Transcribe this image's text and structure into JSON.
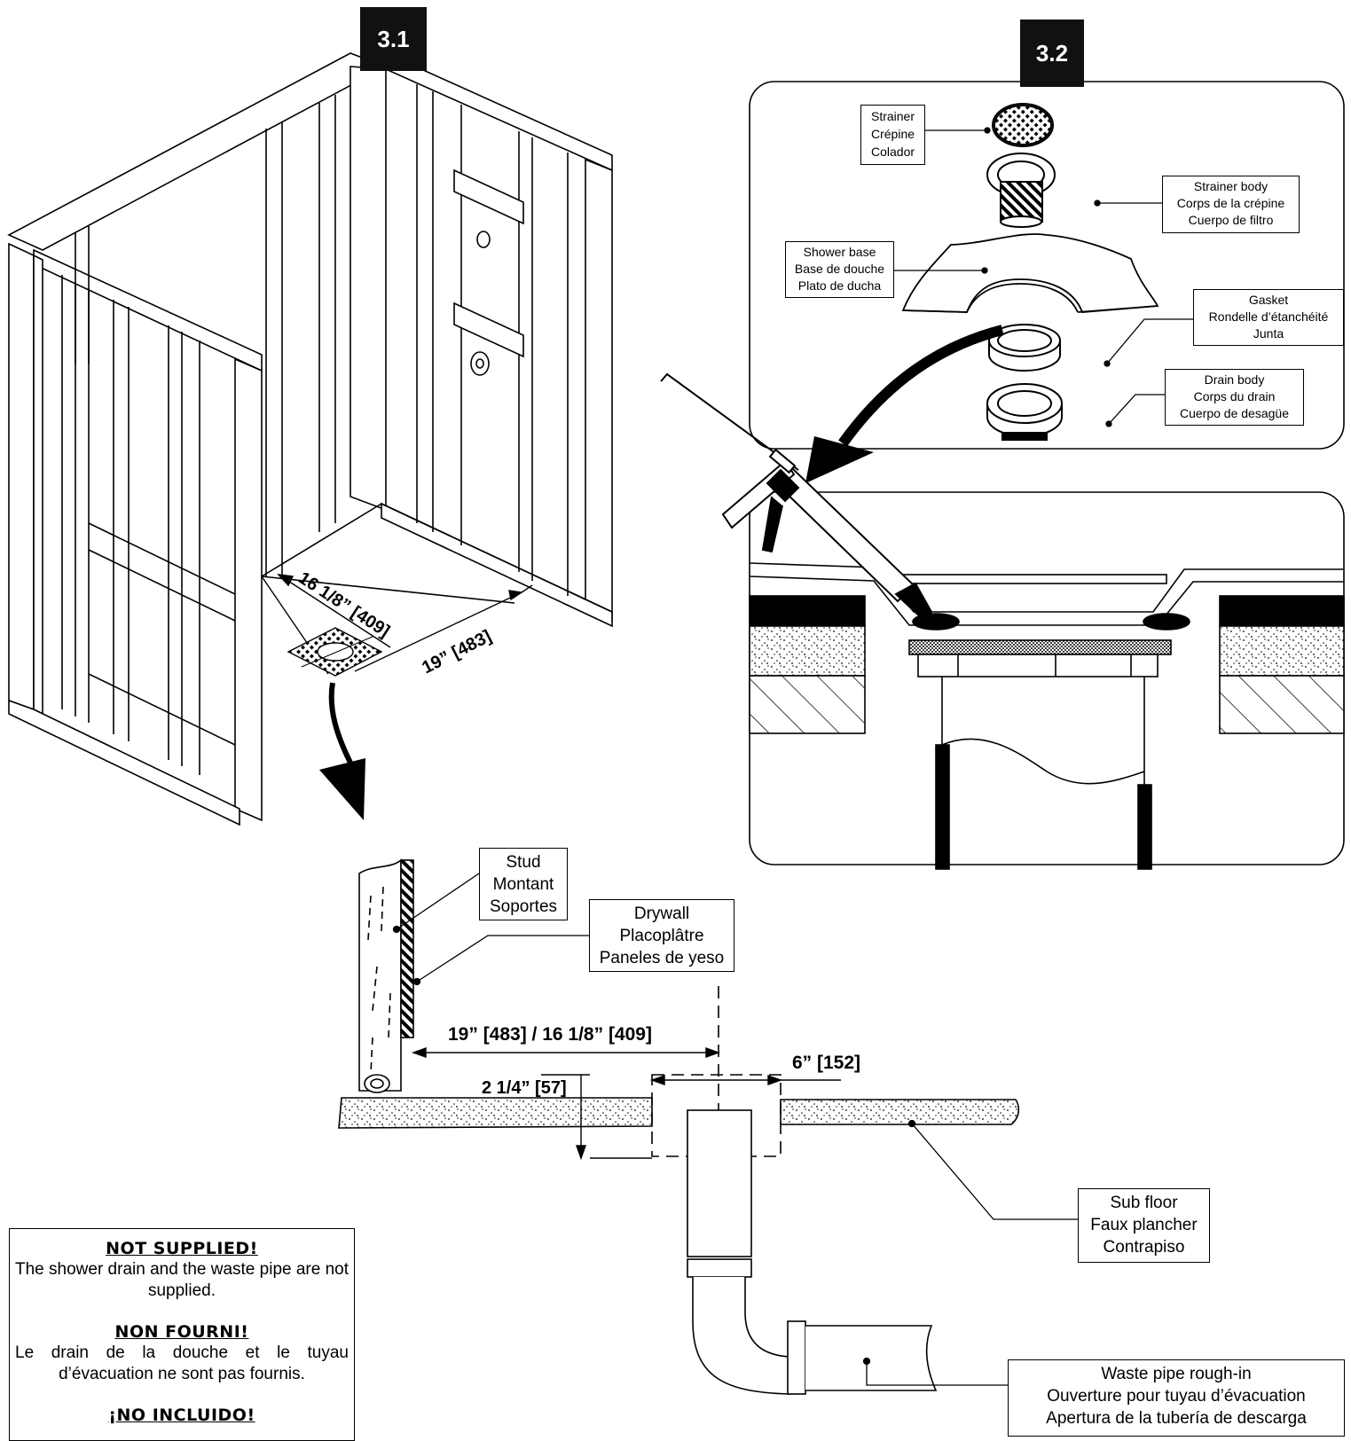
{
  "steps": {
    "step_a": "3.1",
    "step_b": "3.2"
  },
  "parts": {
    "strainer": [
      "Strainer",
      "Crépine",
      "Colador"
    ],
    "strainer_body": [
      "Strainer body",
      "Corps de la crépine",
      "Cuerpo de filtro"
    ],
    "shower_base": [
      "Shower base",
      "Base de douche",
      "Plato de ducha"
    ],
    "gasket": [
      "Gasket",
      "Rondelle d’étanchéité",
      "Junta"
    ],
    "drain_body": [
      "Drain body",
      "Corps du drain",
      "Cuerpo de desagüe"
    ]
  },
  "detail_labels": {
    "stud": [
      "Stud",
      "Montant",
      "Soportes"
    ],
    "drywall": [
      "Drywall",
      "Placoplâtre",
      "Paneles de yeso"
    ],
    "sub_floor": [
      "Sub floor",
      "Faux plancher",
      "Contrapiso"
    ],
    "waste_pipe": [
      "Waste pipe rough-in",
      "Ouverture pour tuyau d’évacuation",
      "Apertura de la tubería de descarga"
    ]
  },
  "dimensions": {
    "frame_depth": "16 1/8” [409]",
    "frame_width": "19” [483]",
    "wall_to_center": "19” [483] / 16 1/8” [409]",
    "opening_width": "6” [152]",
    "floor_depth": "2 1/4” [57]"
  },
  "notice": {
    "en_title": "NOT SUPPLIED!",
    "en_text": "The shower drain and the waste pipe are not supplied.",
    "fr_title": "NON FOURNI!",
    "fr_text": "Le drain de la douche et le tuyau d’évacuation ne sont pas fournis.",
    "es_title": "¡NO INCLUIDO!"
  }
}
